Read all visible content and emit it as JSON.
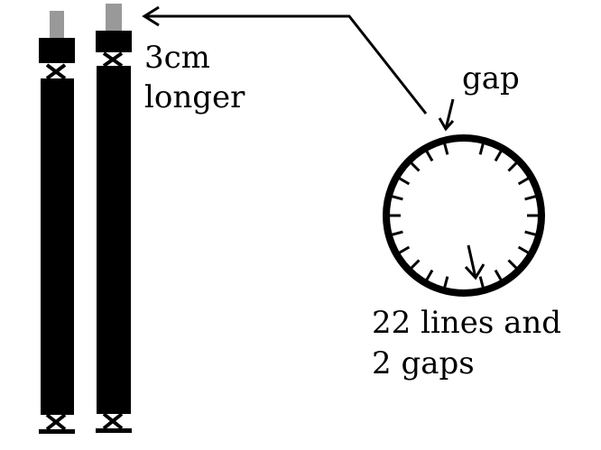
{
  "labels": {
    "longer_line1": "3cm",
    "longer_line2": "longer",
    "gap": "gap",
    "count_line1": "22 lines and",
    "count_line2": "2 gaps"
  },
  "colors": {
    "stroke": "#000000",
    "cap": "#999999",
    "background": "#ffffff"
  },
  "ring": {
    "tick_count": 22,
    "gap_count": 2
  }
}
